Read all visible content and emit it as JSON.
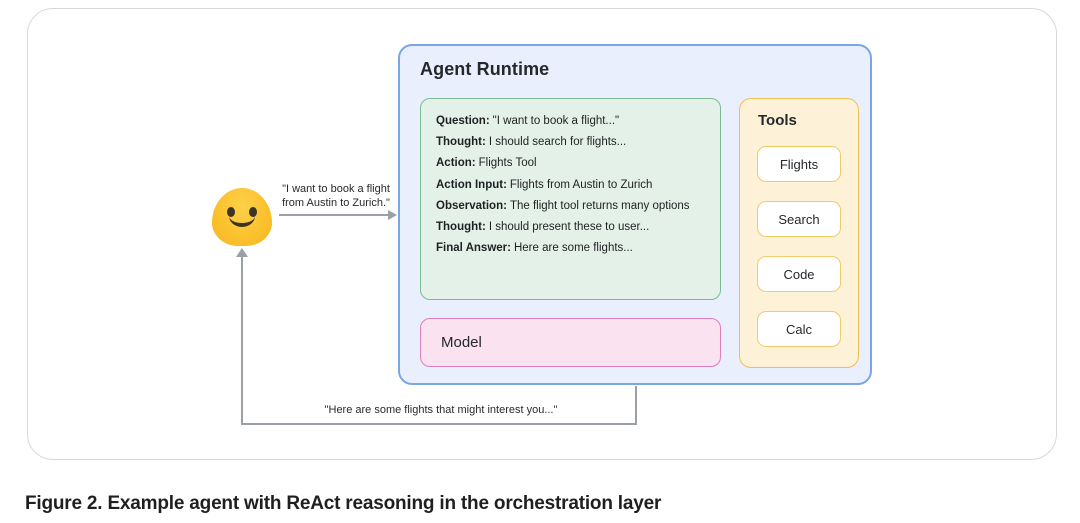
{
  "figure_caption": "Figure 2. Example agent with ReAct reasoning in the orchestration layer",
  "user": {
    "request_line1": "\"I want to book a flight",
    "request_line2": "from Austin to Zurich.\"",
    "response_text": "\"Here are some flights that might interest you...\""
  },
  "agent_runtime": {
    "title": "Agent Runtime",
    "react_trace": [
      {
        "label": "Question:",
        "text": "\"I want to book a flight...\""
      },
      {
        "label": "Thought:",
        "text": "I should search for flights..."
      },
      {
        "label": "Action:",
        "text": "Flights Tool"
      },
      {
        "label": "Action Input:",
        "text": "Flights from Austin to Zurich"
      },
      {
        "label": "Observation:",
        "text": "The flight tool returns many options"
      },
      {
        "label": "Thought:",
        "text": "I should present these to user..."
      },
      {
        "label": "Final Answer:",
        "text": "Here are some flights..."
      }
    ],
    "model_label": "Model",
    "tools": {
      "title": "Tools",
      "buttons": [
        "Flights",
        "Search",
        "Code",
        "Calc"
      ]
    }
  },
  "colors": {
    "runtime_border": "#7ba6e4",
    "runtime_bg": "#e9effc",
    "react_border": "#7abd90",
    "react_bg": "#e3f1e8",
    "model_border": "#db80bb",
    "model_bg": "#fae2f0",
    "tools_border": "#edbf55",
    "tools_bg": "#fdf2d7",
    "tool_button_border": "#f0cb6a",
    "arrow_gray": "#9aa0a6",
    "emoji_yellow": "#fbc12d"
  }
}
